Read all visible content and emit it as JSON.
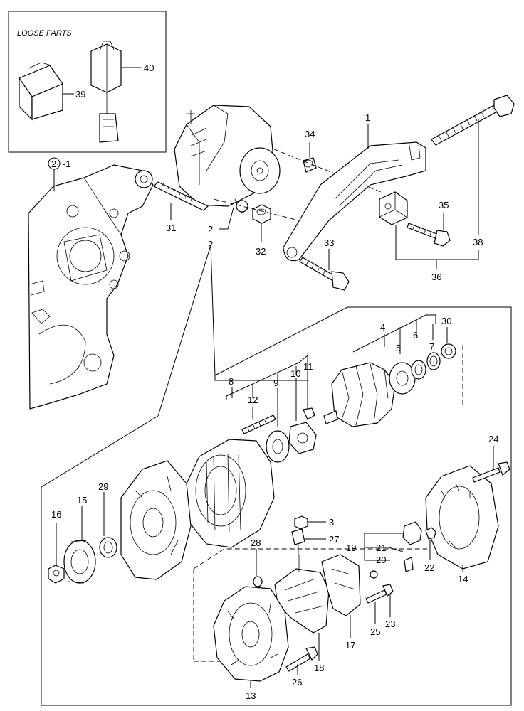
{
  "loose_parts_title": "LOOSE PARTS",
  "ref_group": "2",
  "ref_group_suffix": "-1",
  "labels": {
    "p1": "1",
    "p2": "2",
    "p2b": "2",
    "p3": "3",
    "p4": "4",
    "p5": "5",
    "p6": "6",
    "p7": "7",
    "p8": "8",
    "p9": "9",
    "p10": "10",
    "p11": "11",
    "p12": "12",
    "p13": "13",
    "p14": "14",
    "p15": "15",
    "p16": "16",
    "p17": "17",
    "p18": "18",
    "p19": "19",
    "p20": "20",
    "p21": "21",
    "p22": "22",
    "p23": "23",
    "p24": "24",
    "p25": "25",
    "p26": "26",
    "p27": "27",
    "p28": "28",
    "p29": "29",
    "p30": "30",
    "p31": "31",
    "p32": "32",
    "p33": "33",
    "p34": "34",
    "p35": "35",
    "p36": "36",
    "p38": "38",
    "p39": "39",
    "p40": "40"
  }
}
